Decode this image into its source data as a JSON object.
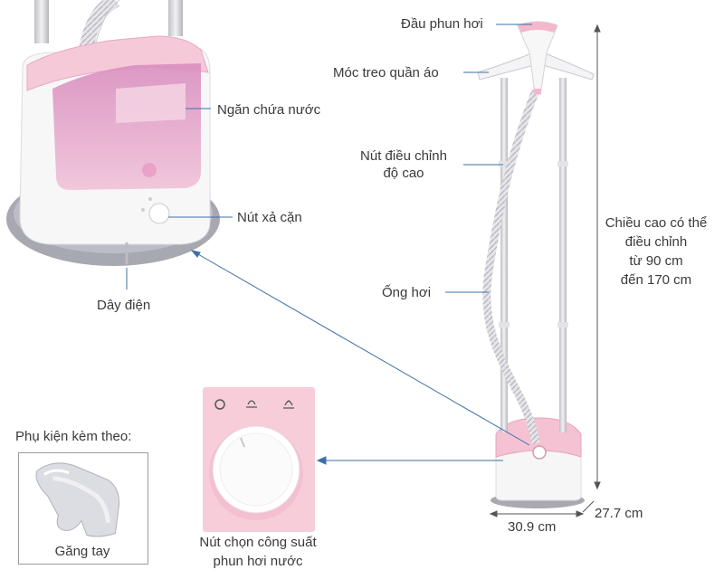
{
  "labels": {
    "spray_head": "Đầu phun hơi",
    "hanger": "Móc treo quần áo",
    "height_adjust_line1": "Nút điều chỉnh",
    "height_adjust_line2": "độ cao",
    "steam_hose": "Ống hơi",
    "water_tank": "Ngăn chứa nước",
    "descale_button": "Nút xả cặn",
    "power_cord": "Dây điện",
    "height_line1": "Chiều cao có thể",
    "height_line2": "điều chỉnh",
    "height_line3": "từ 90 cm",
    "height_line4": "đến 170 cm",
    "width": "30.9 cm",
    "depth": "27.7 cm",
    "accessories_title": "Phụ kiện kèm theo:",
    "glove": "Găng tay",
    "power_knob_line1": "Nút chọn công suất",
    "power_knob_line2": "phun hơi nước"
  },
  "colors": {
    "pink": "#f5c6d4",
    "pink_tank": "#eab2cf",
    "callout_line": "#3f6fa8",
    "gray_base": "#a9a9b1",
    "pole": "#cfcfd4"
  }
}
